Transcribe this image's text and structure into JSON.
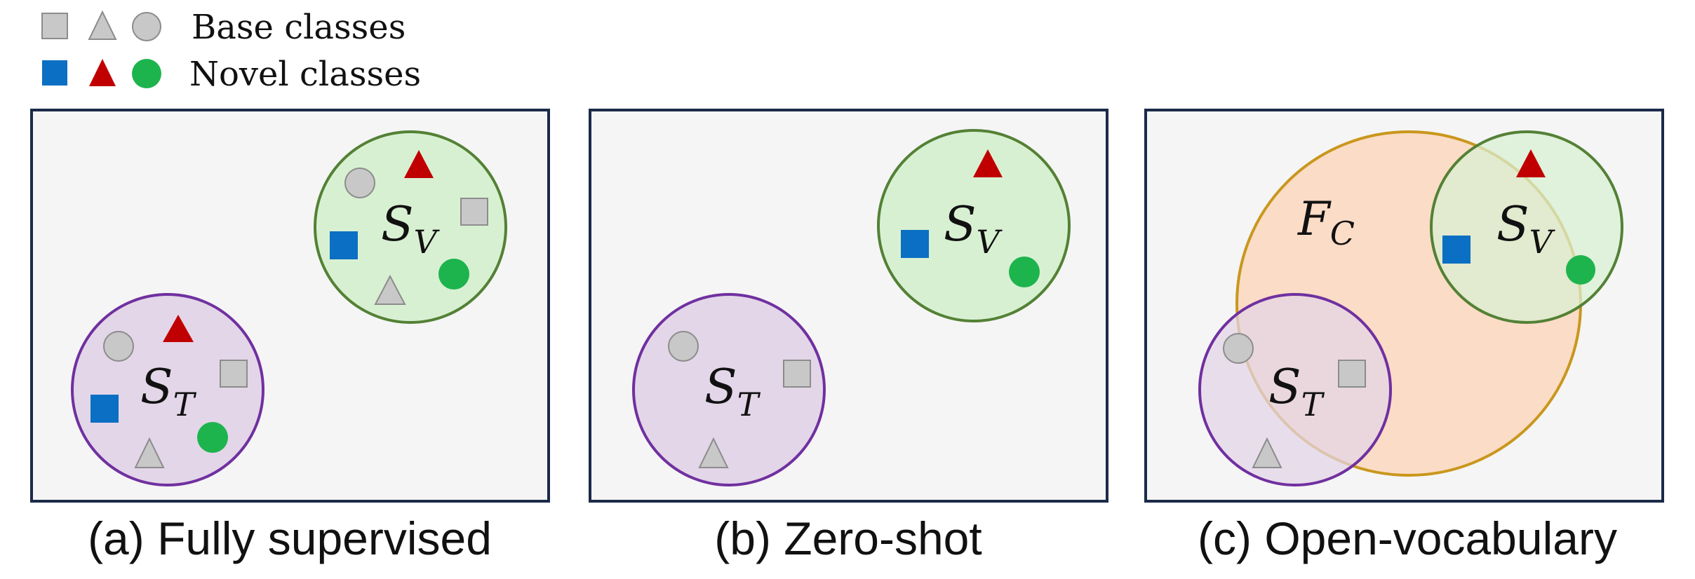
{
  "legend": {
    "base_label": "Base classes",
    "novel_label": "Novel classes"
  },
  "colors": {
    "base_fill": "#c8c8c8",
    "base_stroke": "#8c8c8c",
    "novel_square": "#0b6fc3",
    "novel_triangle": "#c00000",
    "novel_circle": "#1db44e",
    "panel_fill": "#f5f5f5",
    "panel_stroke": "#1b2a4a",
    "S_T_fill": "#e3d6e8",
    "S_T_stroke": "#7030a0",
    "S_V_fill": "#d8f0d2",
    "S_V_stroke": "#538135",
    "F_C_fill": "#fbdcc6",
    "F_C_stroke": "#c9971d"
  },
  "panels": [
    {
      "caption": "(a) Fully supervised",
      "labels": {
        "S_T": "S",
        "S_T_sub": "T",
        "S_V": "S",
        "S_V_sub": "V"
      }
    },
    {
      "caption": "(b) Zero-shot",
      "labels": {
        "S_T": "S",
        "S_T_sub": "T",
        "S_V": "S",
        "S_V_sub": "V"
      }
    },
    {
      "caption": "(c) Open-vocabulary",
      "labels": {
        "S_T": "S",
        "S_T_sub": "T",
        "S_V": "S",
        "S_V_sub": "V",
        "F_C": "F",
        "F_C_sub": "C"
      }
    }
  ]
}
